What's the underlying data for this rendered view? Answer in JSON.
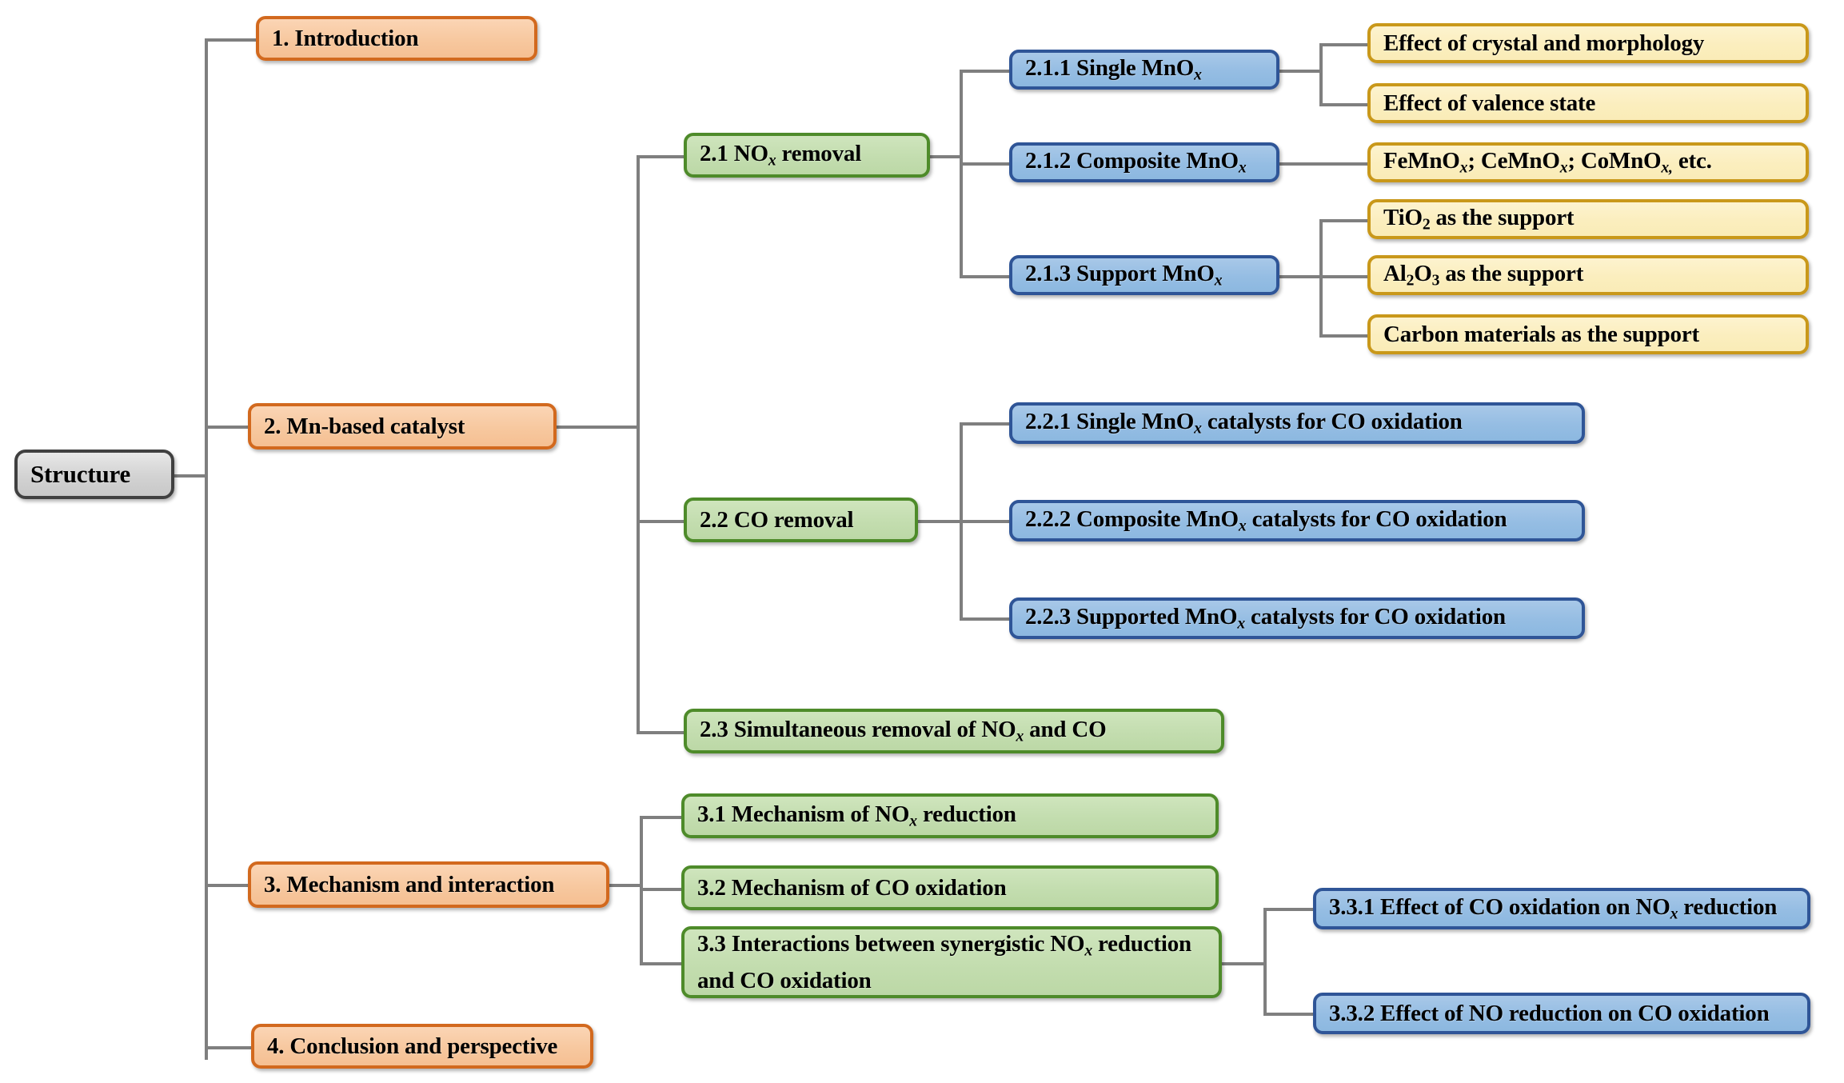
{
  "diagram": {
    "title": "Structure",
    "root": {
      "label": "Structure",
      "color": "#d2d2d2"
    },
    "palette": {
      "root_fill": "#d2d2d2",
      "root_border": "#404040",
      "level1_fill": "#f7c89f",
      "level1_border": "#d2691e",
      "level2_fill": "#c3ddaf",
      "level2_border": "#4e8b2a",
      "level3_fill": "#95bde3",
      "level3_border": "#2f5597",
      "level4_fill": "#fbeebe",
      "level4_border": "#c9981a",
      "connector": "#7f7f7f",
      "background": "#ffffff"
    },
    "nodes": {
      "n1": {
        "label_html": "1. Introduction"
      },
      "n2": {
        "label_html": "2. Mn-based catalyst"
      },
      "n21": {
        "label_html": "2.1 NO<sub><i>x</i></sub> removal"
      },
      "n211": {
        "label_html": "2.1.1 Single MnO<sub><i>x</i></sub>"
      },
      "n211a": {
        "label_html": "Effect of crystal and morphology"
      },
      "n211b": {
        "label_html": "Effect of valence state"
      },
      "n212": {
        "label_html": "2.1.2 Composite MnO<sub><i>x</i></sub>"
      },
      "n212a": {
        "label_html": "FeMnO<sub><i>x</i></sub>; CeMnO<sub><i>x</i></sub>; CoMnO<sub><i>x,</i></sub> etc."
      },
      "n213": {
        "label_html": "2.1.3 Support MnO<sub><i>x</i></sub>"
      },
      "n213a": {
        "label_html": "TiO<sub>2</sub> as the support"
      },
      "n213b": {
        "label_html": "Al<sub>2</sub>O<sub>3</sub> as the support"
      },
      "n213c": {
        "label_html": "Carbon materials as the support"
      },
      "n22": {
        "label_html": "2.2 CO removal"
      },
      "n221": {
        "label_html": "2.2.1 Single MnO<sub><i>x</i></sub> catalysts for CO oxidation"
      },
      "n222": {
        "label_html": "2.2.2 Composite MnO<sub><i>x</i></sub> catalysts for CO oxidation"
      },
      "n223": {
        "label_html": "2.2.3 Supported MnO<sub><i>x</i></sub> catalysts for CO oxidation"
      },
      "n23": {
        "label_html": "2.3 Simultaneous removal of NO<sub><i>x</i></sub> and CO"
      },
      "n3": {
        "label_html": "3. Mechanism and interaction"
      },
      "n31": {
        "label_html": "3.1 Mechanism of NO<sub><i>x</i></sub> reduction"
      },
      "n32": {
        "label_html": "3.2 Mechanism of CO oxidation"
      },
      "n33": {
        "label_html": "3.3 Interactions between synergistic NO<sub><i>x</i></sub> reduction and CO oxidation"
      },
      "n331": {
        "label_html": "3.3.1 Effect of CO oxidation on NO<sub><i>x</i></sub> reduction"
      },
      "n332": {
        "label_html": "3.3.2 Effect of NO reduction on CO oxidation"
      },
      "n4": {
        "label_html": "4. Conclusion and perspective"
      }
    },
    "outline": [
      {
        "id": "n1",
        "level": 1,
        "text": "1. Introduction",
        "children": []
      },
      {
        "id": "n2",
        "level": 1,
        "text": "2. Mn-based catalyst",
        "children": [
          {
            "id": "n21",
            "level": 2,
            "text": "2.1 NOx removal",
            "children": [
              {
                "id": "n211",
                "level": 3,
                "text": "2.1.1 Single MnOx",
                "children": [
                  {
                    "id": "n211a",
                    "level": 4,
                    "text": "Effect of crystal and morphology",
                    "children": []
                  },
                  {
                    "id": "n211b",
                    "level": 4,
                    "text": "Effect of valence state",
                    "children": []
                  }
                ]
              },
              {
                "id": "n212",
                "level": 3,
                "text": "2.1.2 Composite MnOx",
                "children": [
                  {
                    "id": "n212a",
                    "level": 4,
                    "text": "FeMnOx; CeMnOx; CoMnOx, etc.",
                    "children": []
                  }
                ]
              },
              {
                "id": "n213",
                "level": 3,
                "text": "2.1.3 Support MnOx",
                "children": [
                  {
                    "id": "n213a",
                    "level": 4,
                    "text": "TiO2 as the support",
                    "children": []
                  },
                  {
                    "id": "n213b",
                    "level": 4,
                    "text": "Al2O3 as the support",
                    "children": []
                  },
                  {
                    "id": "n213c",
                    "level": 4,
                    "text": "Carbon materials as the support",
                    "children": []
                  }
                ]
              }
            ]
          },
          {
            "id": "n22",
            "level": 2,
            "text": "2.2 CO removal",
            "children": [
              {
                "id": "n221",
                "level": 3,
                "text": "2.2.1 Single MnOx catalysts for CO oxidation",
                "children": []
              },
              {
                "id": "n222",
                "level": 3,
                "text": "2.2.2 Composite MnOx catalysts for CO oxidation",
                "children": []
              },
              {
                "id": "n223",
                "level": 3,
                "text": "2.2.3 Supported MnOx catalysts for CO oxidation",
                "children": []
              }
            ]
          },
          {
            "id": "n23",
            "level": 2,
            "text": "2.3 Simultaneous removal of NOx and CO",
            "children": []
          }
        ]
      },
      {
        "id": "n3",
        "level": 1,
        "text": "3. Mechanism and interaction",
        "children": [
          {
            "id": "n31",
            "level": 2,
            "text": "3.1 Mechanism of NOx reduction",
            "children": []
          },
          {
            "id": "n32",
            "level": 2,
            "text": "3.2 Mechanism of CO oxidation",
            "children": []
          },
          {
            "id": "n33",
            "level": 2,
            "text": "3.3 Interactions between synergistic NOx reduction and CO oxidation",
            "children": [
              {
                "id": "n331",
                "level": 3,
                "text": "3.3.1 Effect of CO oxidation on NOx reduction",
                "children": []
              },
              {
                "id": "n332",
                "level": 3,
                "text": "3.3.2 Effect of NO reduction on CO oxidation",
                "children": []
              }
            ]
          }
        ]
      },
      {
        "id": "n4",
        "level": 1,
        "text": "4. Conclusion and perspective",
        "children": []
      }
    ]
  }
}
